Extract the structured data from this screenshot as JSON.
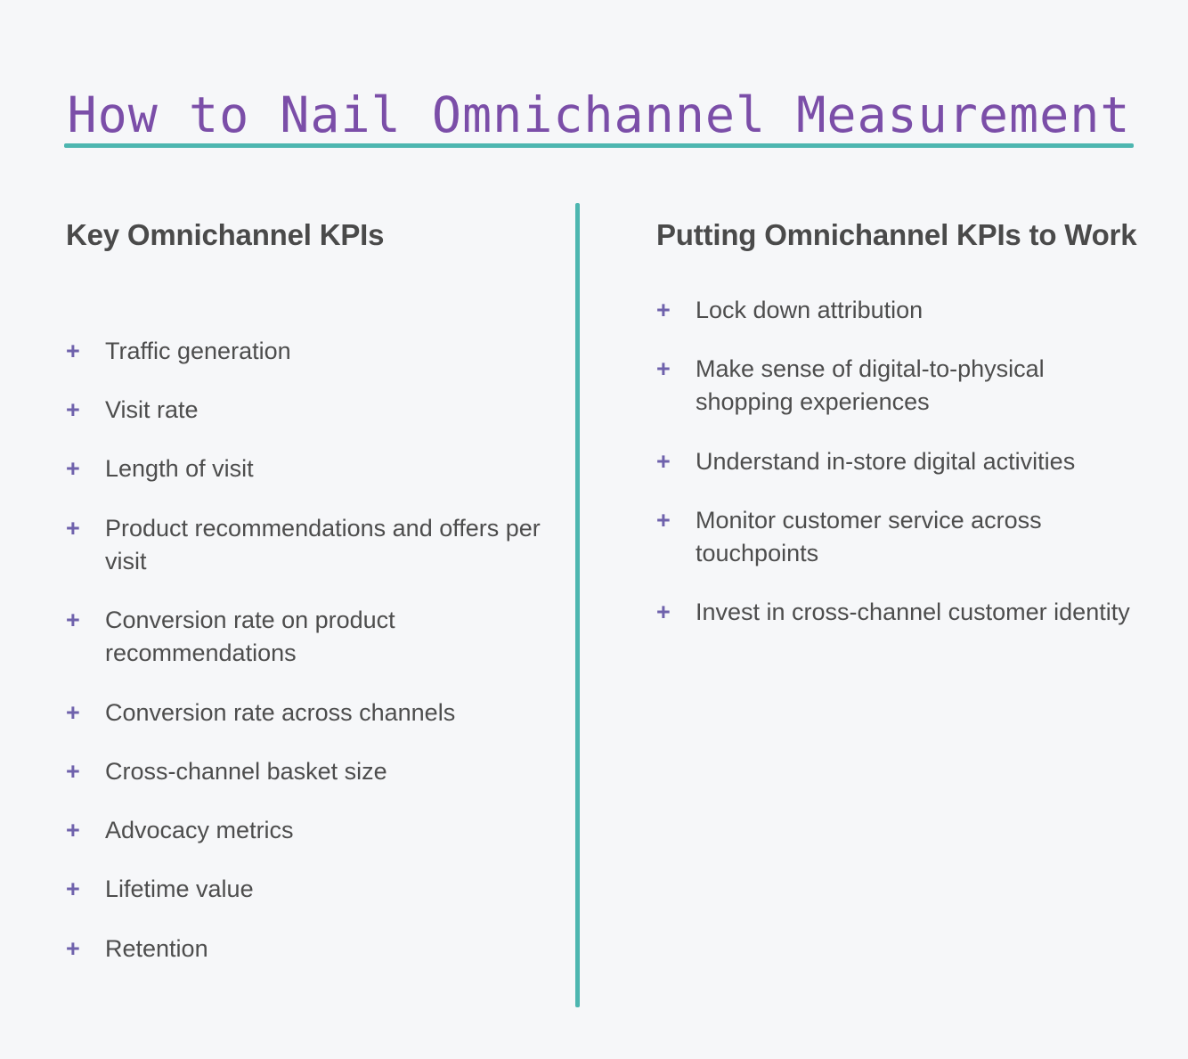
{
  "title": "How to Nail Omnichannel Measurement",
  "colors": {
    "background": "#f6f7f9",
    "title_purple": "#7b4ea8",
    "rule_teal": "#4db6b0",
    "divider_teal": "#4db6b0",
    "heading_gray": "#4a4a4a",
    "body_gray": "#4d4d4d",
    "marker_violet": "#6f62ac"
  },
  "marker": "+",
  "columns": {
    "left": {
      "heading": "Key Omnichannel KPIs",
      "items": [
        "Traffic generation",
        "Visit rate",
        "Length of visit",
        "Product recommendations and offers per visit",
        "Conversion rate on product recommendations",
        "Conversion rate across channels",
        "Cross-channel basket size",
        "Advocacy metrics",
        "Lifetime value",
        "Retention"
      ]
    },
    "right": {
      "heading": "Putting Omnichannel KPIs to Work",
      "items": [
        "Lock down attribution",
        "Make sense of digital-to-physical shopping experiences",
        "Understand in-store digital activities",
        "Monitor customer service across touchpoints",
        "Invest in cross-channel customer identity"
      ]
    }
  }
}
